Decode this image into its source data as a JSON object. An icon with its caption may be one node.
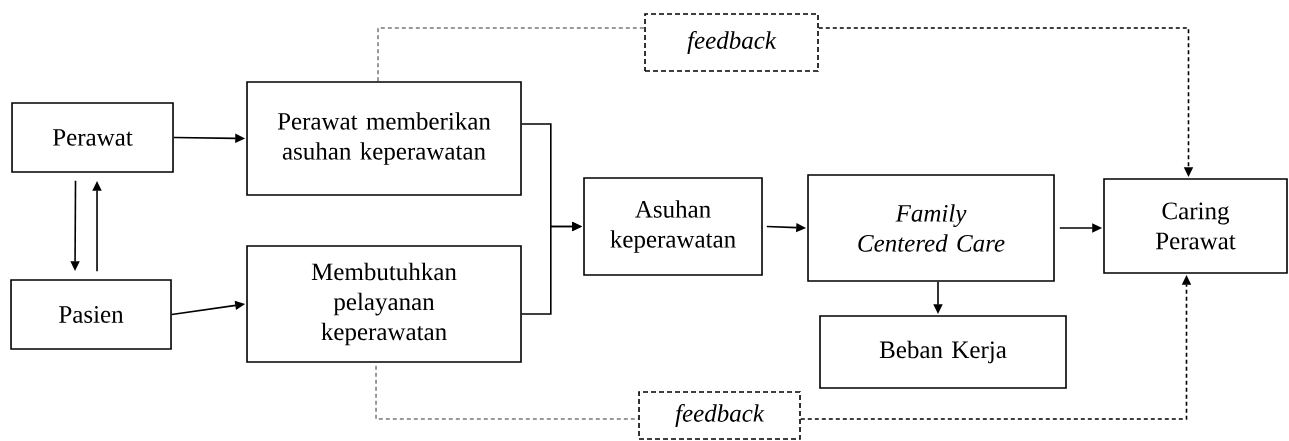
{
  "diagram": {
    "nodes": [
      {
        "text": [
          "Perawat"
        ]
      },
      {
        "text": [
          "Pasien"
        ]
      },
      {
        "text": [
          "Perawat memberikan asuhan keperawatan"
        ]
      },
      {
        "text": [
          "Membutuhkan pelayanan keperawatan"
        ]
      },
      {
        "text": [
          "Asuhan keperawatan"
        ]
      },
      {
        "text": [
          "Family Centered Care"
        ]
      },
      {
        "text": [
          "Beban Kerja"
        ]
      },
      {
        "text": [
          "Caring Perawat"
        ]
      },
      {
        "text": [
          "feedback"
        ]
      },
      {
        "text": [
          "feedback"
        ]
      }
    ],
    "edges": [
      {
        "from": 0,
        "to": 2,
        "arrow": "to"
      },
      {
        "from": 1,
        "to": 3,
        "arrow": "to"
      },
      {
        "from": 0,
        "to": 1,
        "arrow": "to"
      },
      {
        "from": 1,
        "to": 0,
        "arrow": "to"
      },
      {
        "from": 2,
        "to": 4,
        "arrow": "to"
      },
      {
        "from": 3,
        "to": 4,
        "arrow": "to"
      },
      {
        "from": 4,
        "to": 5,
        "arrow": "to"
      },
      {
        "from": 5,
        "to": 6,
        "arrow": "to"
      },
      {
        "from": 5,
        "to": 7,
        "arrow": "to"
      },
      {
        "from": 2,
        "to": 8,
        "arrow": "none",
        "style": "dashed"
      },
      {
        "from": 8,
        "to": 7,
        "arrow": "to",
        "style": "dashed"
      },
      {
        "from": 3,
        "to": 9,
        "arrow": "none",
        "style": "dashed"
      },
      {
        "from": 9,
        "to": 7,
        "arrow": "to",
        "style": "dashed"
      }
    ]
  }
}
